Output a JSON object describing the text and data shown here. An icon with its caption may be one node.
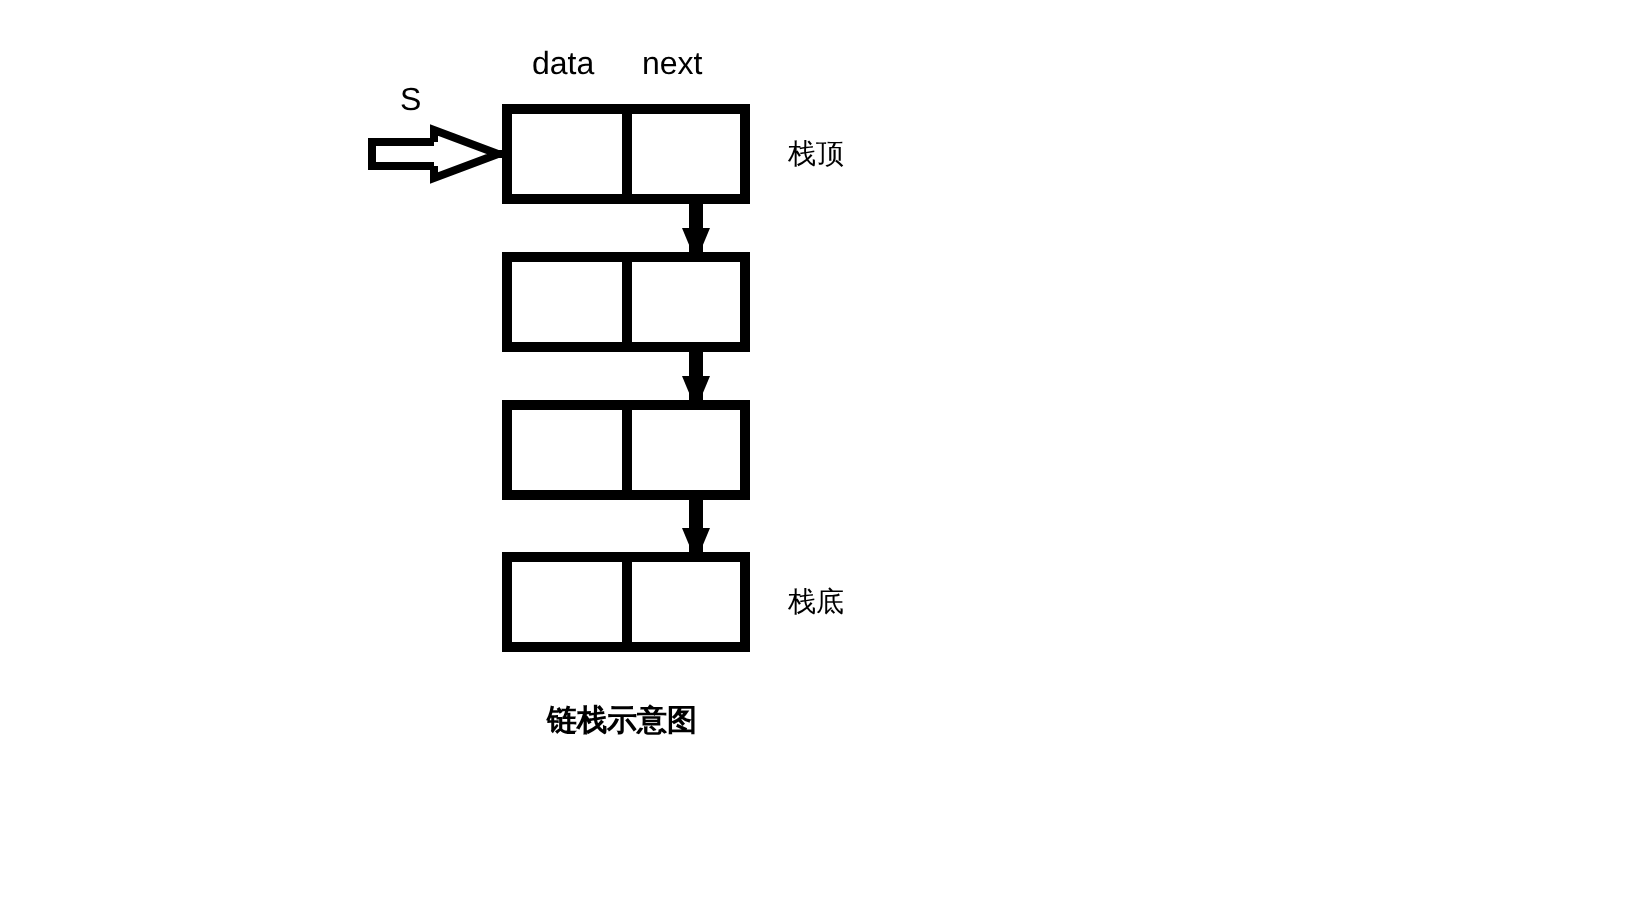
{
  "diagram": {
    "caption": "链栈示意图",
    "nodes": [
      {
        "text": [],
        "shape": "box",
        "beside": [
          "栈顶"
        ]
      },
      {
        "text": [],
        "shape": "box"
      },
      {
        "text": [],
        "shape": "box"
      },
      {
        "text": [],
        "shape": "box",
        "beside": [
          "栈底"
        ]
      }
    ],
    "edges": [
      {
        "from": null,
        "to": 0,
        "arrow": "to",
        "label": "S"
      },
      {
        "from": 0,
        "to": 1,
        "arrow": "to"
      },
      {
        "from": 1,
        "to": 2,
        "arrow": "to"
      },
      {
        "from": 2,
        "to": 3,
        "arrow": "to"
      }
    ],
    "labels": [
      "data",
      "next"
    ]
  }
}
